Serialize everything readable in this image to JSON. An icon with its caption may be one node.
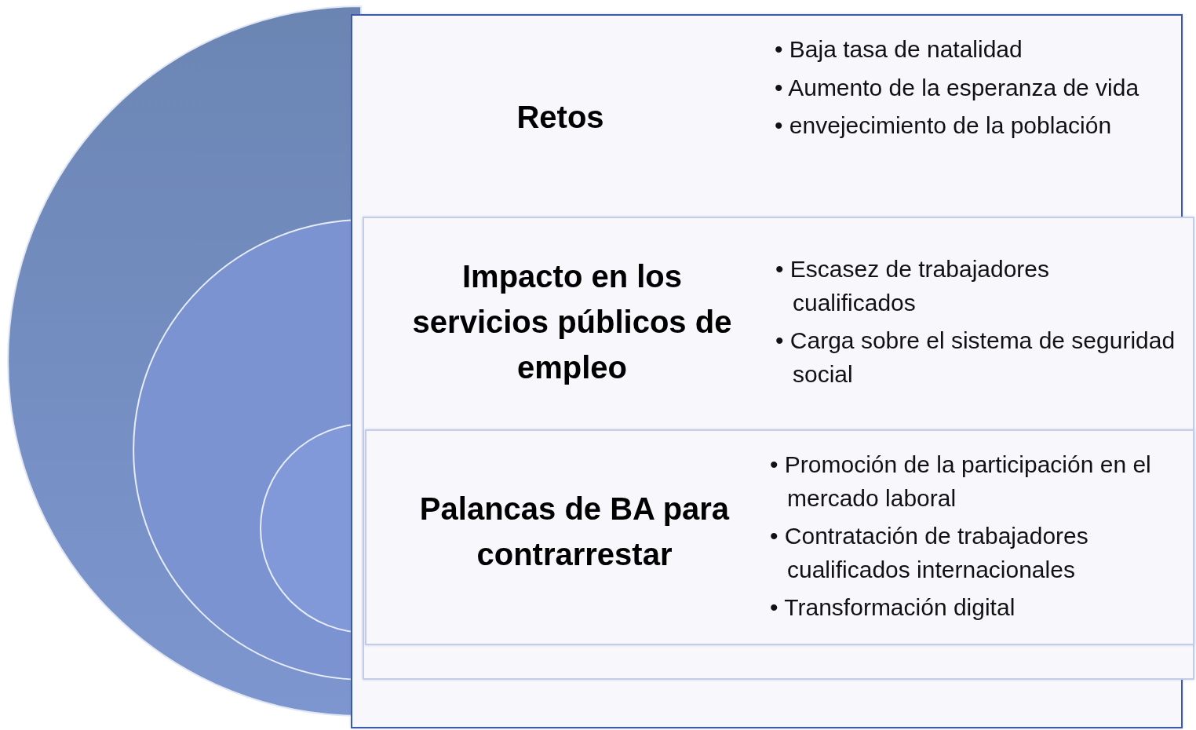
{
  "diagram": {
    "nodes": [
      {
        "text": [
          "Retos",
          "• Baja tasa de natalidad",
          "• Aumento de la esperanza de vida",
          "• envejecimiento de la población"
        ]
      },
      {
        "text": [
          "Impacto en los servicios públicos de empleo",
          "• Escasez de trabajadores cualificados",
          "• Carga sobre el sistema de seguridad social"
        ],
        "in": 0
      },
      {
        "text": [
          "Palancas de BA para contrarrestar",
          "• Promoción de la participación en el mercado laboral",
          "• Contratación de trabajadores cualificados internacionales",
          "• Transformación digital"
        ],
        "in": 1
      }
    ]
  }
}
